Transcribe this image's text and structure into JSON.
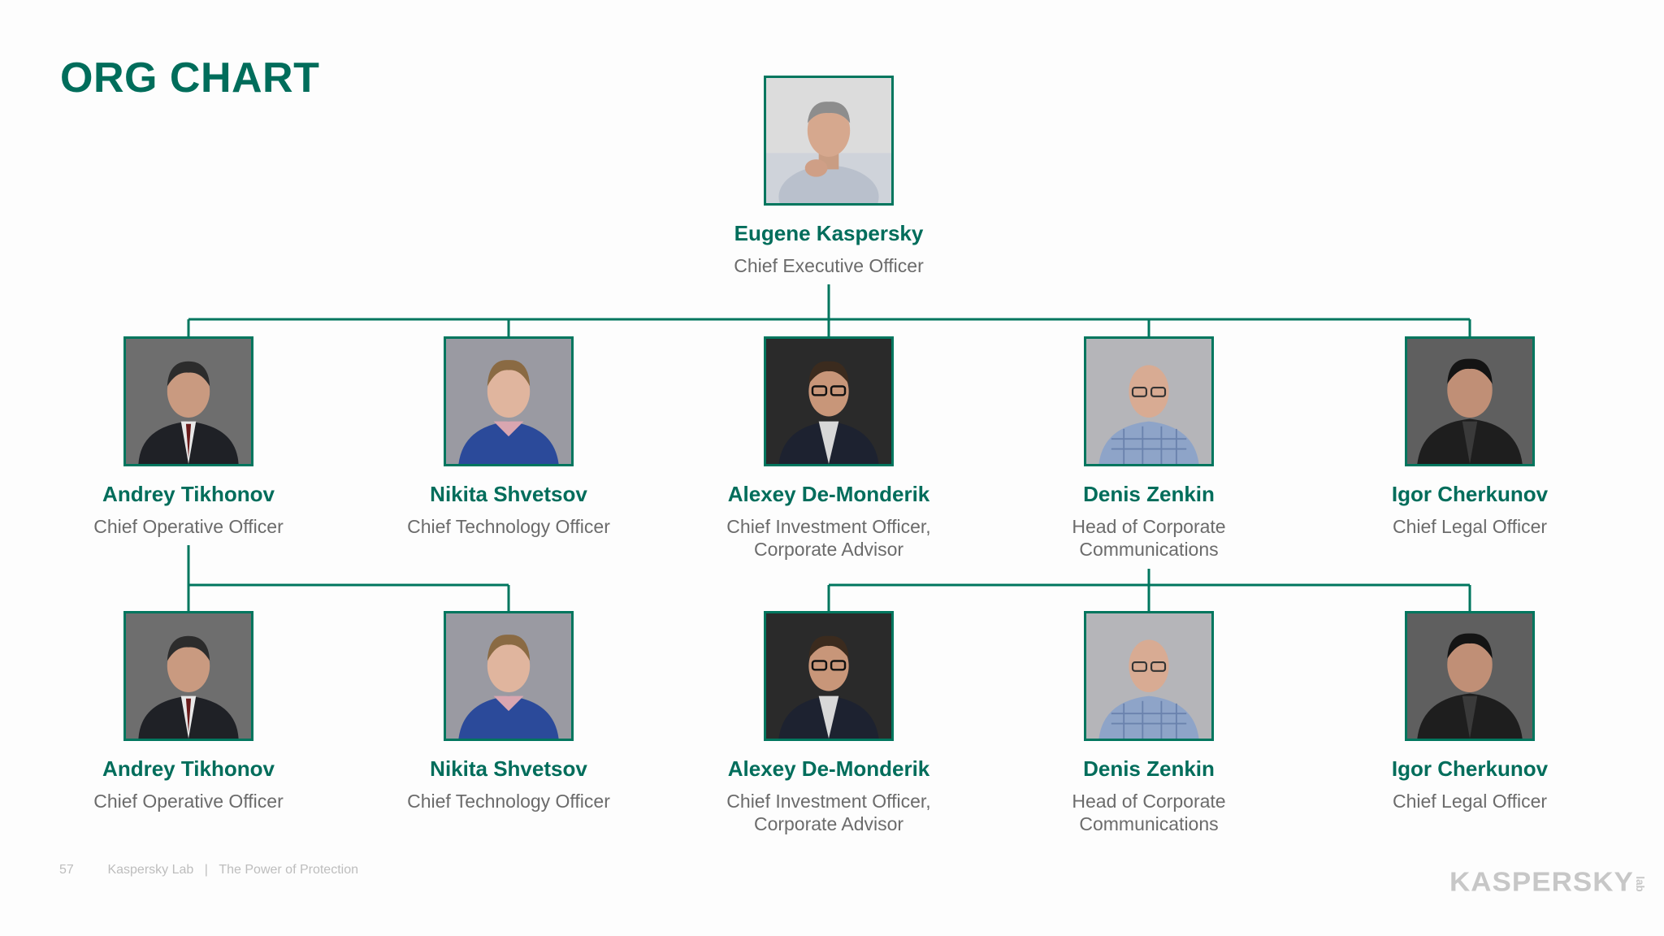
{
  "title": "ORG CHART",
  "accent_color": "#006d5b",
  "ceo": {
    "name": "Eugene Kaspersky",
    "role": "Chief Executive Officer",
    "photo": "portrait-light"
  },
  "level2": [
    {
      "name": "Andrey Tikhonov",
      "role": "Chief Operative Officer",
      "photo": "portrait-dark-suit"
    },
    {
      "name": "Nikita Shvetsov",
      "role": "Chief Technology Officer",
      "photo": "portrait-blue-sweater"
    },
    {
      "name": "Alexey De-Monderik",
      "role": "Chief Investment Officer,\nCorporate Advisor",
      "photo": "portrait-glasses-dark"
    },
    {
      "name": "Denis Zenkin",
      "role": "Head of Corporate\nCommunications",
      "photo": "portrait-checked-shirt"
    },
    {
      "name": "Igor Cherkunov",
      "role": "Chief Legal Officer",
      "photo": "portrait-dark-jacket"
    }
  ],
  "level3": [
    {
      "name": "Andrey Tikhonov",
      "role": "Chief Operative Officer",
      "photo": "portrait-dark-suit"
    },
    {
      "name": "Nikita Shvetsov",
      "role": "Chief Technology Officer",
      "photo": "portrait-blue-sweater"
    },
    {
      "name": "Alexey De-Monderik",
      "role": "Chief Investment Officer,\nCorporate Advisor",
      "photo": "portrait-glasses-dark"
    },
    {
      "name": "Denis Zenkin",
      "role": "Head of Corporate\nCommunications",
      "photo": "portrait-checked-shirt"
    },
    {
      "name": "Igor Cherkunov",
      "role": "Chief Legal Officer",
      "photo": "portrait-dark-jacket"
    }
  ],
  "footer": {
    "page_number": "57",
    "company": "Kaspersky Lab",
    "separator": "|",
    "tagline": "The Power of Protection"
  },
  "logo": {
    "main": "KASPERSKY",
    "sub": "lab"
  }
}
